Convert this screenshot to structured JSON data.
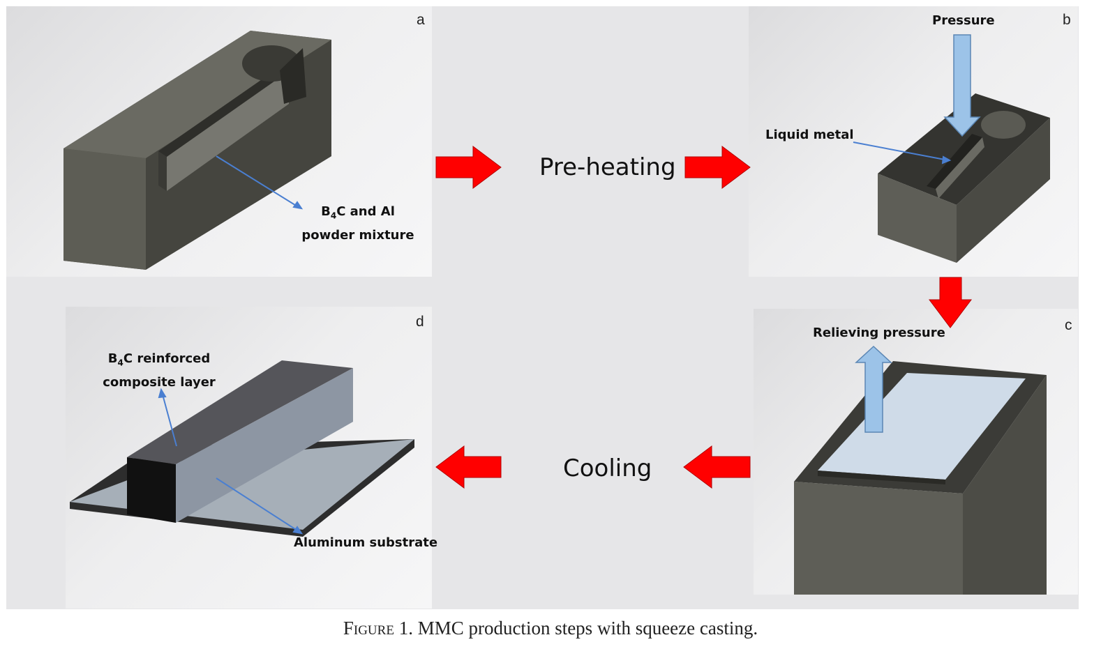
{
  "panels": {
    "a": {
      "letter": "a",
      "label_part1": "B",
      "label_sub": "4",
      "label_part2": "C and Al",
      "label_line2": "powder mixture"
    },
    "b": {
      "letter": "b",
      "pressure_label": "Pressure",
      "liquid_label": "Liquid metal"
    },
    "c": {
      "letter": "c",
      "relieving_label": "Relieving pressure"
    },
    "d": {
      "letter": "d",
      "composite_part1": "B",
      "composite_sub": "4",
      "composite_part2": "C reinforced",
      "composite_line2": "composite layer",
      "substrate_label": "Aluminum substrate"
    }
  },
  "steps": {
    "preheating": "Pre-heating",
    "cooling": "Cooling"
  },
  "caption": {
    "figure_word": "Figure",
    "text": " 1. MMC production steps with squeeze casting."
  },
  "colors": {
    "flow_arrow": "#ff0000",
    "pressure_arrow": "#9cc3e8",
    "callout_line": "#4a7fd1",
    "mold_dark": "#4d4d47"
  },
  "icons": {
    "flow_arrow": "red-block-arrow-icon",
    "pressure_arrow": "light-blue-block-arrow-icon"
  }
}
